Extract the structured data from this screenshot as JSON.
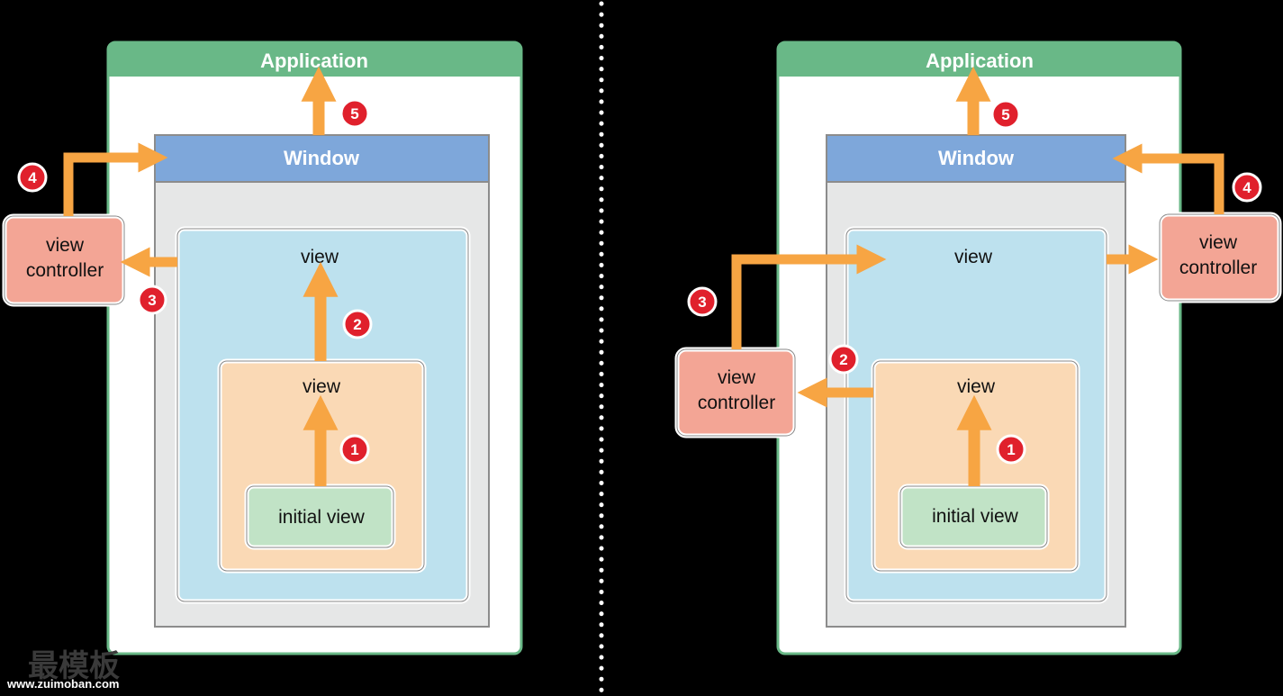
{
  "colors": {
    "background": "#000000",
    "application_header": "#69b887",
    "window_header": "#7ea7da",
    "window_body": "#e6e7e7",
    "view_outer": "#bde1ee",
    "view_middle": "#fad9b5",
    "view_initial": "#c1e3c6",
    "view_controller": "#f3a595",
    "arrow": "#f7a543",
    "badge": "#e0202c"
  },
  "left_panel": {
    "application_label": "Application",
    "window_label": "Window",
    "outer_view_label": "view",
    "middle_view_label": "view",
    "initial_view_label": "initial view",
    "view_controller": {
      "line1": "view",
      "line2": "controller"
    },
    "badges": [
      "1",
      "2",
      "3",
      "4",
      "5"
    ]
  },
  "right_panel": {
    "application_label": "Application",
    "window_label": "Window",
    "outer_view_label": "view",
    "middle_view_label": "view",
    "initial_view_label": "initial view",
    "inner_view_controller": {
      "line1": "view",
      "line2": "controller"
    },
    "outer_view_controller": {
      "line1": "view",
      "line2": "controller"
    },
    "badges": [
      "1",
      "2",
      "3",
      "4",
      "5"
    ]
  },
  "watermark": {
    "chinese": "最模板",
    "url": "www.zuimoban.com"
  }
}
